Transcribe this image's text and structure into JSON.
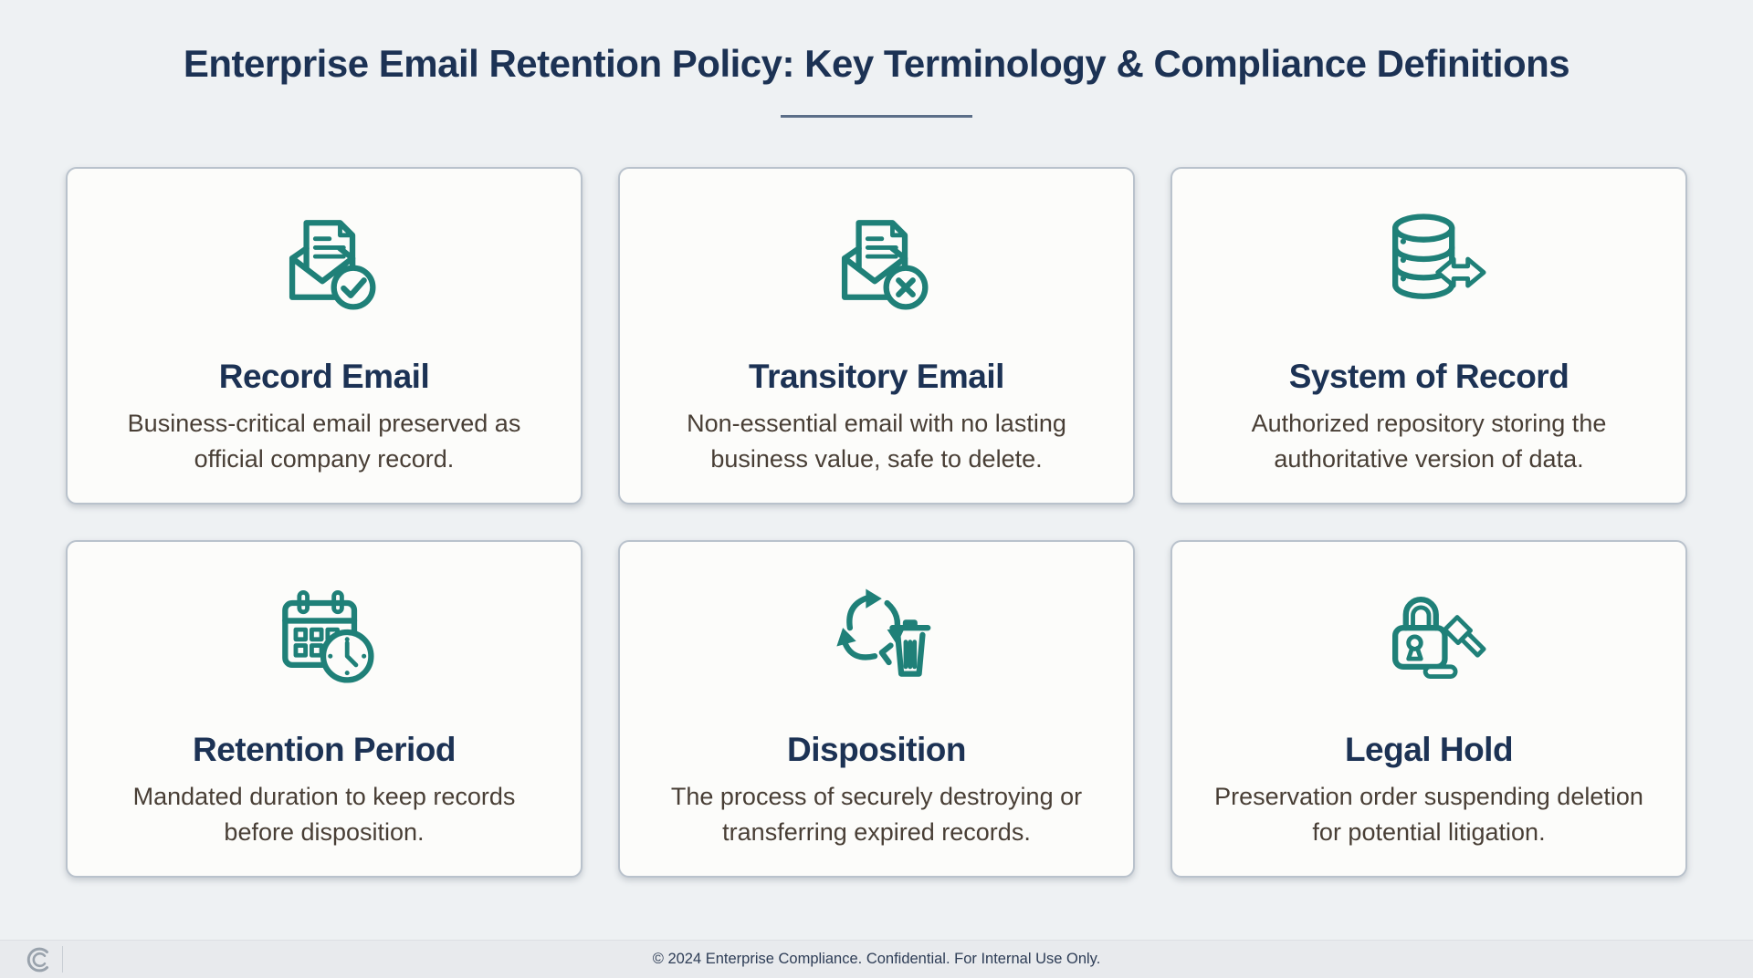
{
  "theme": {
    "page_bg": "#eef1f3",
    "card_bg": "#fcfcfa",
    "card_border": "#b9c2cc",
    "accent": "#1f8078",
    "heading": "#1c3254",
    "body_text": "#483e35",
    "divider": "#5b6e88",
    "footer_bg": "#e8eaed",
    "footer_text": "#2e3d56",
    "logo_gray": "#99a2ac"
  },
  "header": {
    "title": "Enterprise Email Retention Policy: Key Terminology & Compliance Definitions"
  },
  "cards": [
    {
      "icon": "record-email-icon",
      "title": "Record Email",
      "description": "Business-critical email preserved as official company record."
    },
    {
      "icon": "transitory-email-icon",
      "title": "Transitory Email",
      "description": "Non-essential email with no lasting business value, safe to delete."
    },
    {
      "icon": "system-of-record-icon",
      "title": "System of Record",
      "description": "Authorized repository storing the authoritative version of data."
    },
    {
      "icon": "retention-period-icon",
      "title": "Retention Period",
      "description": "Mandated duration to keep records before disposition."
    },
    {
      "icon": "disposition-icon",
      "title": "Disposition",
      "description": "The process of securely destroying or transferring expired records."
    },
    {
      "icon": "legal-hold-icon",
      "title": "Legal Hold",
      "description": "Preservation order suspending deletion for potential litigation."
    }
  ],
  "footer": {
    "copyright": "© 2024 Enterprise Compliance. Confidential. For Internal Use Only."
  }
}
